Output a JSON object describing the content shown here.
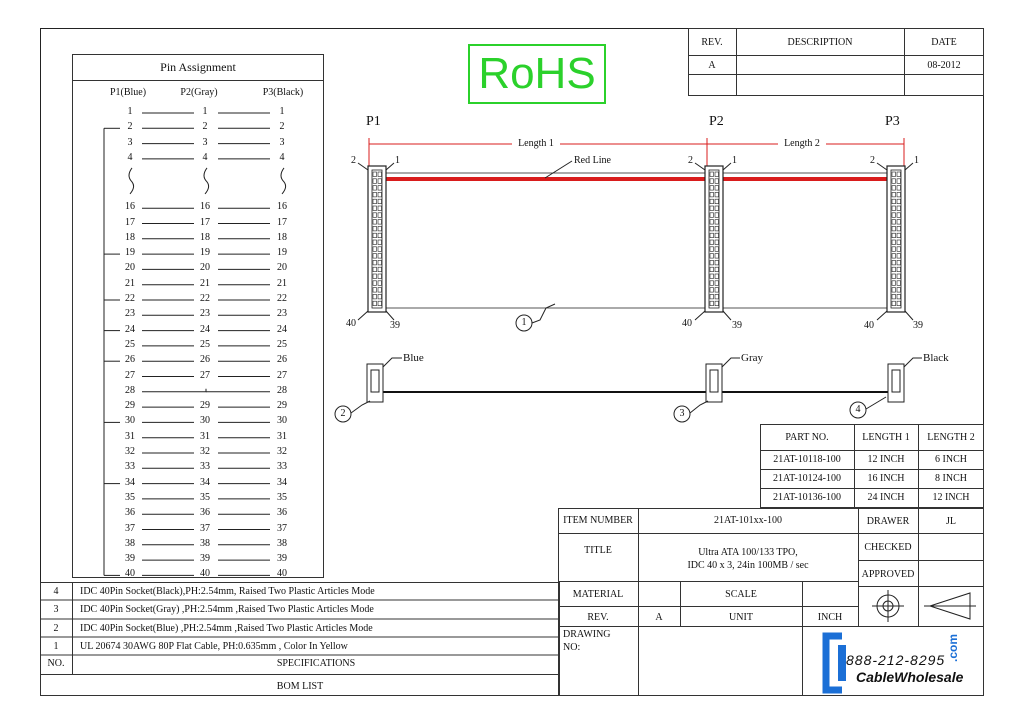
{
  "rohs": "RoHS",
  "revision_table": {
    "headers": [
      "REV.",
      "DESCRIPTION",
      "DATE"
    ],
    "row": {
      "rev": "A",
      "description": "",
      "date": "08-2012"
    }
  },
  "pin_assignment": {
    "title": "Pin Assignment",
    "columns": [
      "P1(Blue)",
      "P2(Gray)",
      "P3(Black)"
    ],
    "rows": [
      [
        "1",
        "1",
        "1"
      ],
      [
        "2",
        "2",
        "2"
      ],
      [
        "3",
        "3",
        "3"
      ],
      [
        "4",
        "4",
        "4"
      ],
      [
        "16",
        "16",
        "16"
      ],
      [
        "17",
        "17",
        "17"
      ],
      [
        "18",
        "18",
        "18"
      ],
      [
        "19",
        "19",
        "19"
      ],
      [
        "20",
        "20",
        "20"
      ],
      [
        "21",
        "21",
        "21"
      ],
      [
        "22",
        "22",
        "22"
      ],
      [
        "23",
        "23",
        "23"
      ],
      [
        "24",
        "24",
        "24"
      ],
      [
        "25",
        "25",
        "25"
      ],
      [
        "26",
        "26",
        "26"
      ],
      [
        "27",
        "27",
        "27"
      ],
      [
        "28",
        "",
        "28"
      ],
      [
        "29",
        "29",
        "29"
      ],
      [
        "30",
        "30",
        "30"
      ],
      [
        "31",
        "31",
        "31"
      ],
      [
        "32",
        "32",
        "32"
      ],
      [
        "33",
        "33",
        "33"
      ],
      [
        "34",
        "34",
        "34"
      ],
      [
        "35",
        "35",
        "35"
      ],
      [
        "36",
        "36",
        "36"
      ],
      [
        "37",
        "37",
        "37"
      ],
      [
        "38",
        "38",
        "38"
      ],
      [
        "39",
        "39",
        "39"
      ],
      [
        "40",
        "40",
        "40"
      ]
    ]
  },
  "drawing": {
    "labels": {
      "p1": "P1",
      "p2": "P2",
      "p3": "P3",
      "length1": "Length 1",
      "length2": "Length 2",
      "red_line": "Red Line",
      "blue": "Blue",
      "gray": "Gray",
      "black": "Black",
      "pin2": "2",
      "pin1": "1",
      "pin40": "40",
      "pin39": "39",
      "callouts": [
        "1",
        "2",
        "3",
        "4"
      ]
    },
    "colors": {
      "red_line": "#d91c1c",
      "rohs": "#2bd12b",
      "logo_accent": "#1b6fd6"
    }
  },
  "part_table": {
    "headers": [
      "PART NO.",
      "LENGTH 1",
      "LENGTH 2"
    ],
    "rows": [
      [
        "21AT-10118-100",
        "12 INCH",
        "6 INCH"
      ],
      [
        "21AT-10124-100",
        "16 INCH",
        "8 INCH"
      ],
      [
        "21AT-10136-100",
        "24 INCH",
        "12 INCH"
      ]
    ]
  },
  "title_block": {
    "item_number_label": "ITEM NUMBER",
    "item_number": "21AT-101xx-100",
    "title_label": "TITLE",
    "title_line1": "Ultra ATA 100/133 TPO,",
    "title_line2": "IDC 40 x 3, 24in 100MB / sec",
    "drawer_label": "DRAWER",
    "drawer": "JL",
    "checked_label": "CHECKED",
    "approved_label": "APPROVED",
    "material_label": "MATERIAL",
    "scale_label": "SCALE",
    "rev_label": "REV.",
    "rev": "A",
    "unit_label": "UNIT",
    "unit": "INCH",
    "drawing_no_label_1": "DRAWING",
    "drawing_no_label_2": "NO:"
  },
  "bom": {
    "items": [
      {
        "no": "4",
        "spec": "IDC 40Pin Socket(Black),PH:2.54mm, Raised Two Plastic Articles Mode"
      },
      {
        "no": "3",
        "spec": "IDC 40Pin Socket(Gray) ,PH:2.54mm ,Raised Two Plastic Articles Mode"
      },
      {
        "no": "2",
        "spec": "IDC 40Pin Socket(Blue) ,PH:2.54mm ,Raised Two Plastic Articles Mode"
      },
      {
        "no": "1",
        "spec": "UL 20674 30AWG 80P Flat Cable, PH:0.635mm , Color In Yellow"
      }
    ],
    "no_label": "NO.",
    "spec_label": "SPECIFICATIONS",
    "footer": "BOM LIST"
  },
  "logo": {
    "phone": "888-212-8295",
    "name": "CableWholesale",
    "suffix": ".com"
  }
}
